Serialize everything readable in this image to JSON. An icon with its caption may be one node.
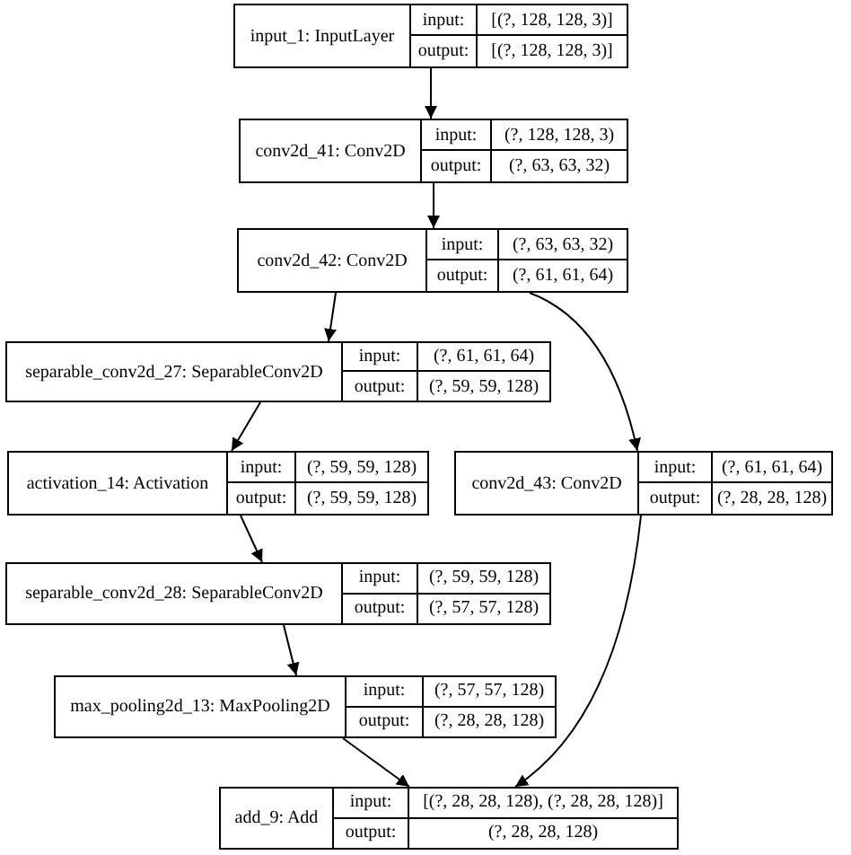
{
  "diagram": {
    "nodes": [
      {
        "text": [
          "input_1: InputLayer",
          "input:",
          "[(?, 128, 128, 3)]",
          "output:",
          "[(?, 128, 128, 3)]"
        ]
      },
      {
        "text": [
          "conv2d_41: Conv2D",
          "input:",
          "(?, 128, 128, 3)",
          "output:",
          "(?, 63, 63, 32)"
        ]
      },
      {
        "text": [
          "conv2d_42: Conv2D",
          "input:",
          "(?, 63, 63, 32)",
          "output:",
          "(?, 61, 61, 64)"
        ]
      },
      {
        "text": [
          "separable_conv2d_27: SeparableConv2D",
          "input:",
          "(?, 61, 61, 64)",
          "output:",
          "(?, 59, 59, 128)"
        ]
      },
      {
        "text": [
          "activation_14: Activation",
          "input:",
          "(?, 59, 59, 128)",
          "output:",
          "(?, 59, 59, 128)"
        ]
      },
      {
        "text": [
          "conv2d_43: Conv2D",
          "input:",
          "(?, 61, 61, 64)",
          "output:",
          "(?, 28, 28, 128)"
        ]
      },
      {
        "text": [
          "separable_conv2d_28: SeparableConv2D",
          "input:",
          "(?, 59, 59, 128)",
          "output:",
          "(?, 57, 57, 128)"
        ]
      },
      {
        "text": [
          "max_pooling2d_13: MaxPooling2D",
          "input:",
          "(?, 57, 57, 128)",
          "output:",
          "(?, 28, 28, 128)"
        ]
      },
      {
        "text": [
          "add_9: Add",
          "input:",
          "[(?, 28, 28, 128), (?, 28, 28, 128)]",
          "output:",
          "(?, 28, 28, 128)"
        ]
      }
    ],
    "edges": [
      {
        "from": 0,
        "to": 1,
        "arrow": "to"
      },
      {
        "from": 1,
        "to": 2,
        "arrow": "to"
      },
      {
        "from": 2,
        "to": 3,
        "arrow": "to"
      },
      {
        "from": 2,
        "to": 5,
        "arrow": "to"
      },
      {
        "from": 3,
        "to": 4,
        "arrow": "to"
      },
      {
        "from": 4,
        "to": 6,
        "arrow": "to"
      },
      {
        "from": 6,
        "to": 7,
        "arrow": "to"
      },
      {
        "from": 7,
        "to": 8,
        "arrow": "to"
      },
      {
        "from": 5,
        "to": 8,
        "arrow": "to"
      }
    ]
  }
}
